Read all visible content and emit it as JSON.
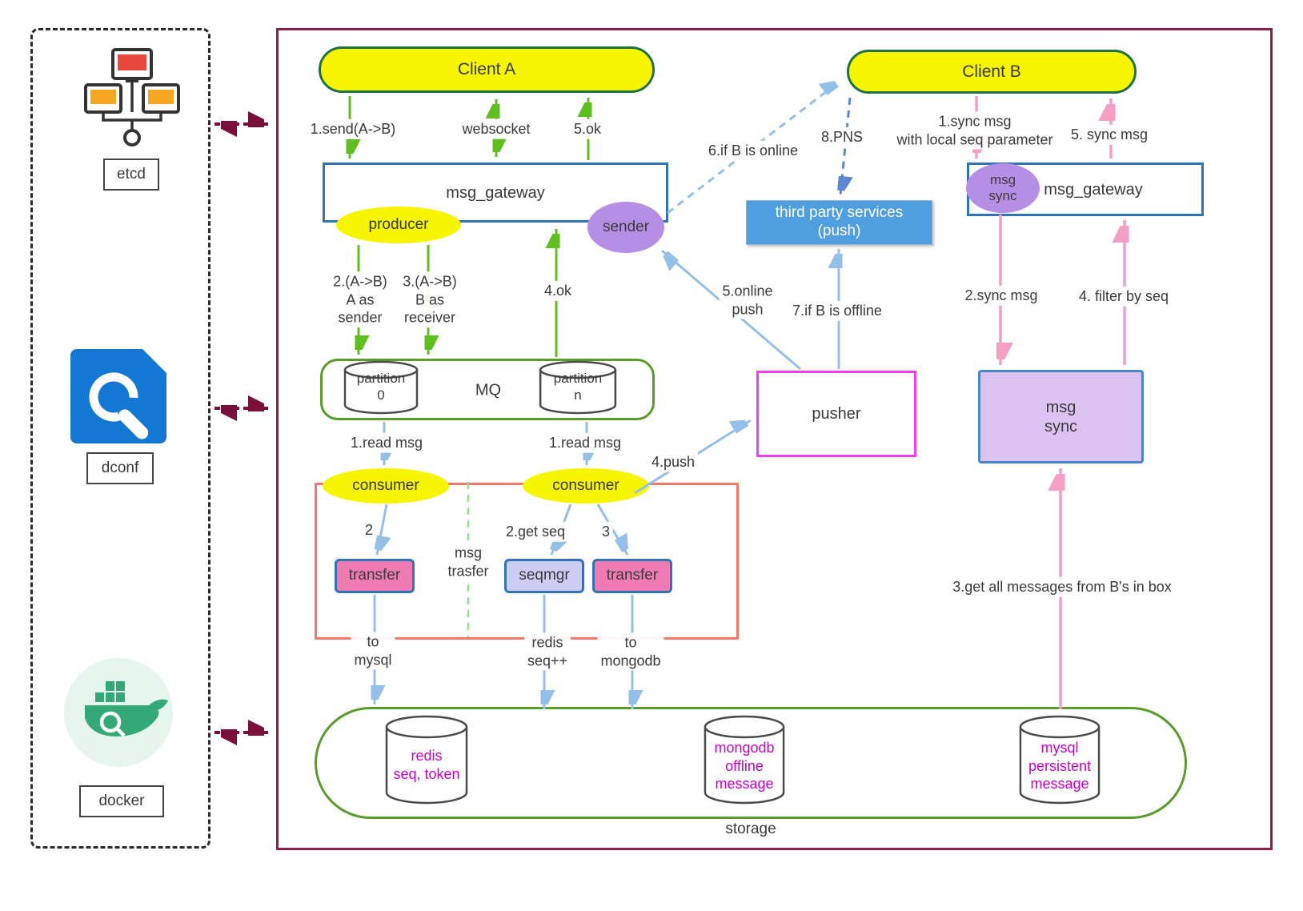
{
  "sidebar": {
    "items": [
      {
        "id": "etcd",
        "label": "etcd"
      },
      {
        "id": "dconf",
        "label": "dconf"
      },
      {
        "id": "docker",
        "label": "docker"
      }
    ]
  },
  "nodes": {
    "client_a": "Client A",
    "client_b": "Client B",
    "gateway_left": "msg_gateway",
    "gateway_right": "msg_gateway",
    "producer": "producer",
    "sender": "sender",
    "mq": "MQ",
    "partition_0": "partition\n0",
    "partition_n": "partition\nn",
    "consumer_1": "consumer",
    "consumer_2": "consumer",
    "transfer_1": "transfer",
    "seqmgr": "seqmgr",
    "transfer_2": "transfer",
    "msg_transfer_group": "msg\ntrasfer",
    "pusher": "pusher",
    "third_party": "third party services\n(push)",
    "msg_sync_badge": "msg\nsync",
    "msg_sync_box": "msg\nsync",
    "storage": "storage",
    "redis": "redis\nseq, token",
    "mongodb": "mongodb\noffline\nmessage",
    "mysql": "mysql\npersistent\nmessage"
  },
  "edges": {
    "send_ab": "1.send(A->B)",
    "websocket": "websocket",
    "ok5": "5.ok",
    "a_as_sender": "2.(A->B)\nA as\nsender",
    "b_as_receiver": "3.(A->B)\nB as\nreceiver",
    "ok4": "4.ok",
    "read_msg_1": "1.read msg",
    "read_msg_2": "1.read msg",
    "step2": "2",
    "get_seq": "2.get seq",
    "step3": "3",
    "to_mysql": "to\nmysql",
    "redis_seq": "redis\nseq++",
    "to_mongodb": "to\nmongodb",
    "push4": "4.push",
    "online_push": "5.online\npush",
    "if_b_offline": "7.if B is offline",
    "if_b_online": "6.if B is online",
    "pns": "8.PNS",
    "sync_msg_1": "1.sync msg\nwith local seq parameter",
    "sync_msg_5": "5. sync msg",
    "sync_msg_2": "2.sync msg",
    "filter_by_seq": "4. filter by seq",
    "get_all_msgs": "3.get all messages from B's in box"
  },
  "colors": {
    "main_border": "#8e1f4a",
    "client_fill": "#f7f500",
    "client_border": "#1e7145",
    "gateway_border": "#2e75b6",
    "green_arrow": "#5fbe20",
    "blue_arrow": "#94bfe8",
    "pink_arrow": "#f59ec6",
    "purple_node": "#b78ee6",
    "third_party_fill": "#4f9fe0",
    "pusher_border": "#f23ef2",
    "transfer_fill": "#f07ab2",
    "seqmgr_fill": "#ccccf5",
    "msg_sync_fill": "#dcc2f2",
    "storage_border": "#5b9b2d",
    "group_border": "#f4796b",
    "db_text": "#cc00cc",
    "env_arrow": "#7a0f3a"
  }
}
